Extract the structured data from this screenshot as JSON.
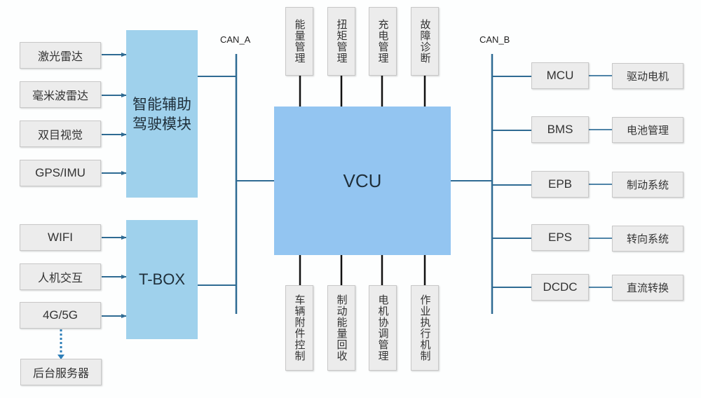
{
  "colors": {
    "bus_line": "#2f6b93",
    "module_fill": "#9fd1ec",
    "vcu_fill": "#93c5f1",
    "node_fill": "#ececec",
    "vcu_stub": "#111111"
  },
  "sensors": {
    "items": [
      {
        "label": "激光雷达"
      },
      {
        "label": "毫米波雷达"
      },
      {
        "label": "双目视觉"
      },
      {
        "label": "GPS/IMU"
      }
    ]
  },
  "adas_module": {
    "line1": "智能辅助",
    "line2": "驾驶模块"
  },
  "connectivity": {
    "items": [
      {
        "label": "WIFI"
      },
      {
        "label": "人机交互"
      },
      {
        "label": "4G/5G"
      }
    ],
    "backend": {
      "label": "后台服务器"
    }
  },
  "tbox": {
    "label": "T-BOX"
  },
  "buses": {
    "can_a": {
      "label": "CAN_A"
    },
    "can_b": {
      "label": "CAN_B"
    }
  },
  "vcu": {
    "label": "VCU",
    "top_functions": [
      {
        "label": "能量管理"
      },
      {
        "label": "扭矩管理"
      },
      {
        "label": "充电管理"
      },
      {
        "label": "故障诊断"
      }
    ],
    "bottom_functions": [
      {
        "label": "车辆附件控制"
      },
      {
        "label": "制动能量回收"
      },
      {
        "label": "电机协调管理"
      },
      {
        "label": "作业执行机制"
      }
    ]
  },
  "can_b_nodes": [
    {
      "controller": "MCU",
      "system": "驱动电机"
    },
    {
      "controller": "BMS",
      "system": "电池管理"
    },
    {
      "controller": "EPB",
      "system": "制动系统"
    },
    {
      "controller": "EPS",
      "system": "转向系统"
    },
    {
      "controller": "DCDC",
      "system": "直流转换"
    }
  ]
}
